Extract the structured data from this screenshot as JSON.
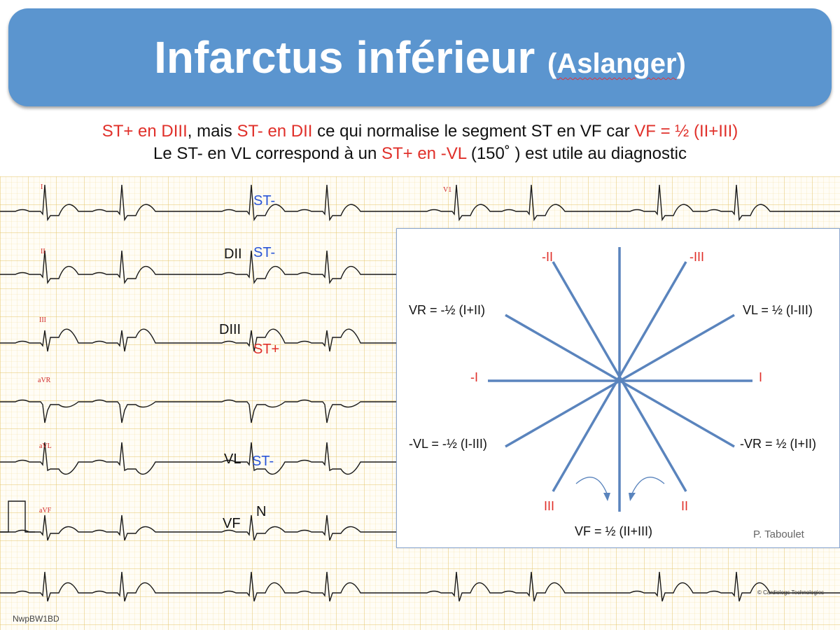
{
  "title": {
    "main": "Infarctus inférieur",
    "paren_open": "(",
    "sub": "Aslanger",
    "paren_close": ")"
  },
  "subtitle1": {
    "p1": "ST+ en DIII",
    "p2": ", mais ",
    "p3": "ST- en DII",
    "p4": " ce qui normalise le segment ST en VF car ",
    "p5": "VF = ½ (II+III)"
  },
  "subtitle2": {
    "p1": "Le ST- en VL correspond à un ",
    "p2": "ST+ en -VL",
    "p3": " (150˚ ) est utile au diagnostic"
  },
  "ecg": {
    "printed_leads": [
      "I",
      "II",
      "III",
      "aVR",
      "aVL",
      "aVF",
      "V1"
    ],
    "callouts": {
      "st_minus_1": "ST-",
      "dii": "DII",
      "st_minus_2": "ST-",
      "diii": "DIII",
      "st_plus": "ST+",
      "vl": "VL",
      "st_minus_3": "ST-",
      "vf": "VF",
      "n": "N"
    },
    "colors": {
      "grid_minor": "#f3dfa4",
      "grid_major": "#e6c56a",
      "trace": "#1a1a1a",
      "callout_blue": "#2a55d6",
      "callout_red": "#e0302a"
    }
  },
  "axis_diagram": {
    "labels": {
      "neg_ii": "-II",
      "neg_iii": "-III",
      "vr": "VR = -½ (I+II)",
      "vl": "VL = ½ (I-III)",
      "neg_i": "-I",
      "i": "I",
      "neg_vl": "-VL = -½ (I-III)",
      "neg_vr": "-VR = ½ (I+II)",
      "iii": "III",
      "ii": "II",
      "vf": "VF = ½ (II+III)"
    },
    "author": "P. Taboulet",
    "line_color": "#5a84bd"
  },
  "watermark": "NwpBW1BD",
  "copyright": "© Cardiologs Technologies"
}
